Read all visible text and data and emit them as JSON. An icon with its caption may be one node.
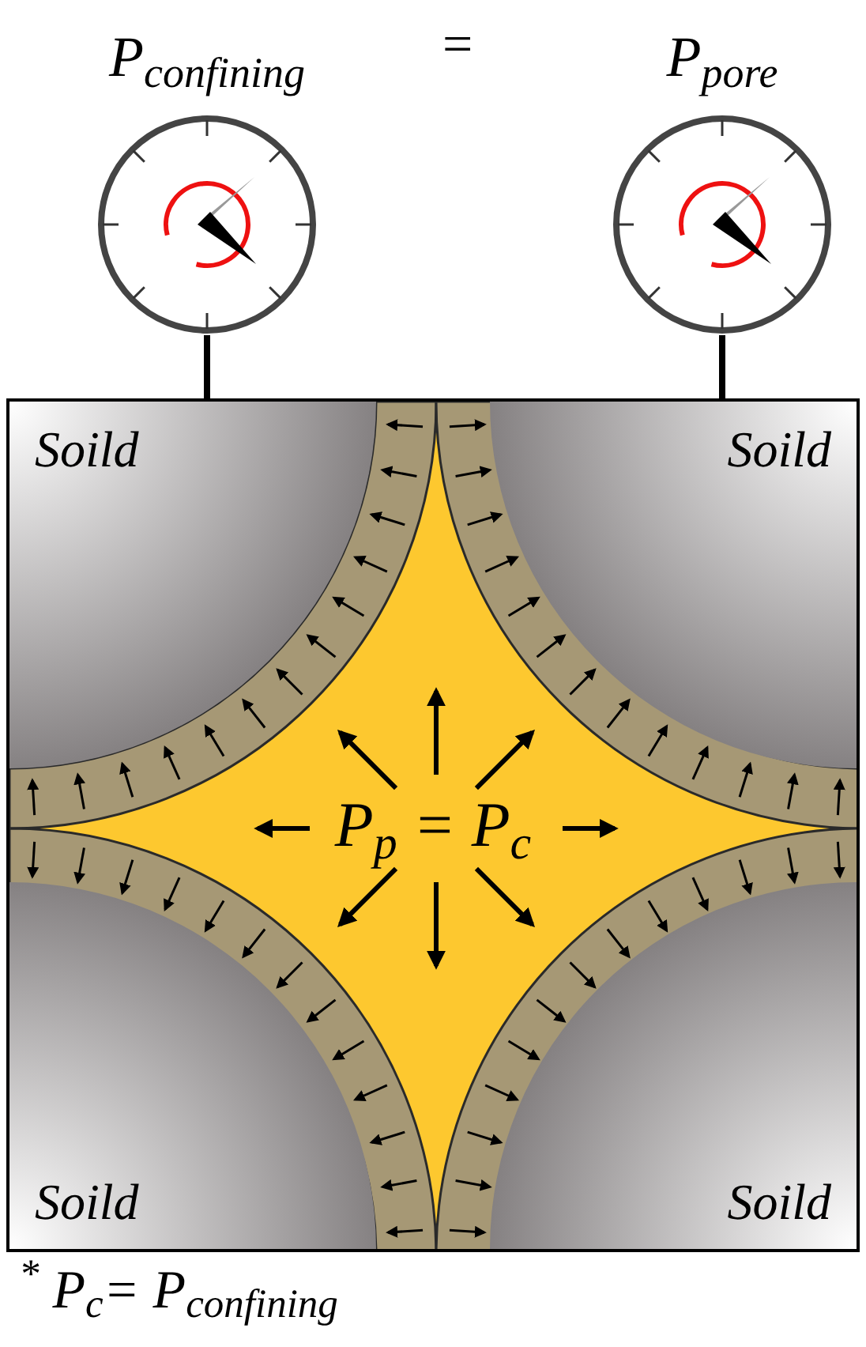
{
  "diagram": {
    "nodes": [
      {
        "text": [
          "P$_{confining}$"
        ]
      },
      {
        "text": [
          "P$_{pore}$"
        ]
      },
      {
        "text": [],
        "shape": "box"
      },
      {
        "text": [
          "Soild"
        ],
        "in": 2
      },
      {
        "text": [
          "Soild"
        ],
        "in": 2
      },
      {
        "text": [
          "Soild"
        ],
        "in": 2
      },
      {
        "text": [
          "Soild"
        ],
        "in": 2
      },
      {
        "text": [
          "P$_{p}$ = P$_{c}$"
        ],
        "in": 2
      }
    ],
    "edges": [
      {
        "from": 0,
        "to": 2,
        "arrow": "none"
      },
      {
        "from": 1,
        "to": 2,
        "arrow": "none"
      }
    ],
    "labels": [
      "=",
      "$^{*}$ P$_{c}$= P$_{confining}$"
    ]
  }
}
